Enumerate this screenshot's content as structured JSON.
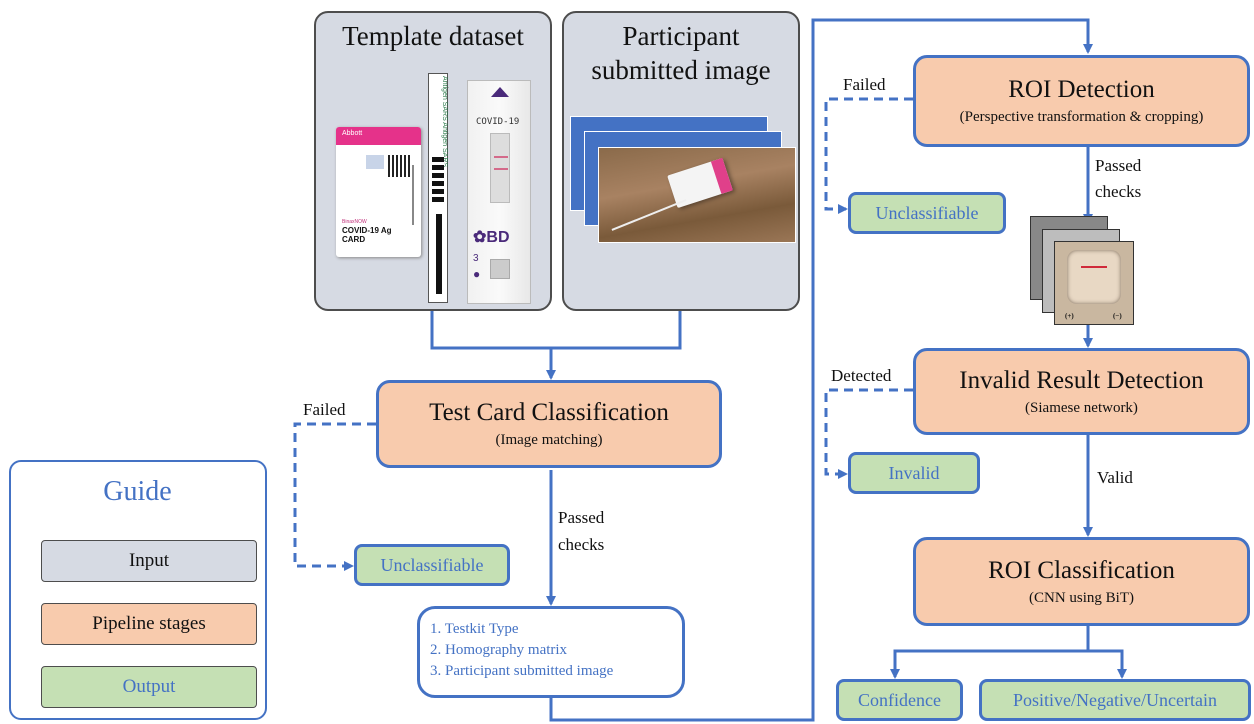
{
  "inputs": {
    "template_title": "Template dataset",
    "participant_title_line1": "Participant",
    "participant_title_line2": "submitted image",
    "card_abbott_brand": "Abbott",
    "card_abbott_name_small": "BinaxNOW",
    "card_abbott_name_line1": "COVID-19 Ag",
    "card_abbott_name_line2": "CARD",
    "strip_text": "Antigen SARS Antigen SARS",
    "card_bd_label": "COVID-19",
    "card_bd_brand": "BD",
    "card_bd_number": "3"
  },
  "stages": {
    "test_card": {
      "title": "Test Card Classification",
      "sub": "(Image matching)"
    },
    "roi_detection": {
      "title": "ROI Detection",
      "sub": "(Perspective transformation & cropping)"
    },
    "invalid_detection": {
      "title": "Invalid Result Detection",
      "sub": "(Siamese network)"
    },
    "roi_classification": {
      "title": "ROI Classification",
      "sub": "(CNN using BiT)"
    }
  },
  "outputs": {
    "unclassifiable_1": "Unclassifiable",
    "unclassifiable_2": "Unclassifiable",
    "invalid": "Invalid",
    "confidence": "Confidence",
    "result": "Positive/Negative/Uncertain"
  },
  "edge_labels": {
    "failed_1": "Failed",
    "failed_2": "Failed",
    "passed_1_line1": "Passed",
    "passed_1_line2": "checks",
    "passed_2_line1": "Passed",
    "passed_2_line2": "checks",
    "detected": "Detected",
    "valid": "Valid"
  },
  "intermediate_list": [
    "1. Testkit Type",
    "2. Homography matrix",
    "3. Participant submitted image"
  ],
  "roi_crop_labels": {
    "left_mark": "(+)",
    "right_mark": "(−)"
  },
  "guide": {
    "title": "Guide",
    "input": "Input",
    "pipeline": "Pipeline stages",
    "output": "Output"
  },
  "colors": {
    "input_fill": "#d6dae3",
    "stage_fill": "#f8cbad",
    "output_fill": "#c5e0b4",
    "arrow_blue": "#4472c4"
  }
}
